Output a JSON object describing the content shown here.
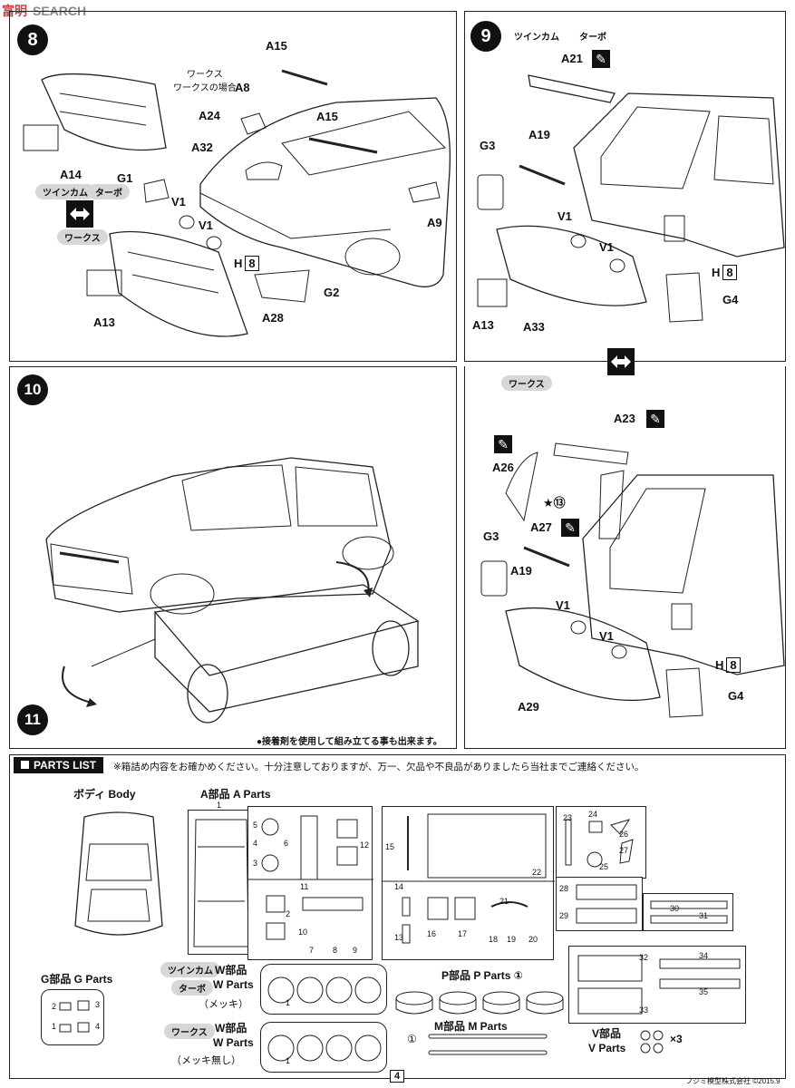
{
  "watermark": "SEARCH",
  "top": {
    "works_note": "ワークスの場合",
    "twin_cam": "ツインカム",
    "turbo": "ターボ",
    "works": "ワークス",
    "labels": {
      "A15a": "A15",
      "A8": "A8",
      "A24": "A24",
      "A15b": "A15",
      "A32": "A32",
      "A14": "A14",
      "G1": "G1",
      "V1a": "V1",
      "V1b": "V1",
      "A9": "A9",
      "H8": "H",
      "H8n": "8",
      "G2": "G2",
      "A13": "A13",
      "A28": "A28"
    }
  },
  "step9": {
    "num": "9",
    "twin_cam": "ツインカム",
    "turbo": "ターボ",
    "labels": {
      "A21": "A21",
      "G3": "G3",
      "A19": "A19",
      "V1a": "V1",
      "V1b": "V1",
      "H": "H",
      "Hn": "8",
      "G4": "G4",
      "A13": "A13",
      "A33": "A33"
    }
  },
  "step10": {
    "num": "10",
    "num11": "11",
    "note": "●接着剤を使用して組み立てる事も出来ます。"
  },
  "works_rear": {
    "pill": "ワークス",
    "labels": {
      "A23": "A23",
      "A26": "A26",
      "star13": "⑬",
      "A27": "A27",
      "G3": "G3",
      "A19": "A19",
      "V1a": "V1",
      "V1b": "V1",
      "H": "H",
      "Hn": "8",
      "A29": "A29",
      "G4": "G4"
    }
  },
  "parts": {
    "header": "PARTS LIST",
    "notice": "※箱詰め内容をお確かめください。十分注意しておりますが、万一、欠品や不良品がありましたら当社までご連絡ください。",
    "body_title": "ボディ Body",
    "a_title": "A部品 A Parts",
    "g_title": "G部品 G Parts",
    "w1_pill1": "ツインカム",
    "w1_pill2": "ターボ",
    "w1_title": "W部品",
    "w1_sub": "W Parts",
    "w1_note": "（メッキ）",
    "w2_pill": "ワークス",
    "w2_title": "W部品",
    "w2_sub": "W Parts",
    "w2_note": "（メッキ無し）",
    "p_title": "P部品 P Parts ①",
    "m_title": "M部品 M Parts",
    "v_title": "V部品",
    "v_sub": "V Parts",
    "v_qty": "×3",
    "circle1": "①",
    "a_nums": [
      "1",
      "2",
      "3",
      "4",
      "5",
      "6",
      "7",
      "8",
      "9",
      "10",
      "11",
      "12",
      "13",
      "14",
      "15",
      "16",
      "17",
      "18",
      "19",
      "20",
      "21",
      "22",
      "23",
      "24",
      "25",
      "26",
      "27",
      "28",
      "29",
      "30",
      "31",
      "32",
      "33",
      "34",
      "35"
    ],
    "g_nums": [
      "1",
      "2",
      "3",
      "4"
    ],
    "w_num": "1"
  },
  "footer": {
    "page": "4",
    "copyright": "フジミ模型株式会社 ©2015.9"
  }
}
